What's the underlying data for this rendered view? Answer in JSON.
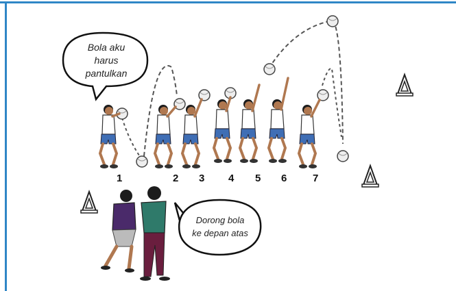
{
  "colors": {
    "frame": "#2f86c6",
    "shirt": "#ffffff",
    "shorts": "#3f6eb5",
    "skin": "#b07850",
    "hair": "#1c1c1c",
    "ball": "#eeeeee",
    "coach_purple": "#4a2a6a",
    "coach_teal": "#2f7a6a",
    "coach_pants": "#6a1e3e"
  },
  "bubbles": {
    "top": "Bola aku harus pantulkan",
    "bottom": "Dorong bola ke depan atas"
  },
  "bubble_lines": {
    "top": [
      "Bola aku",
      "harus",
      "pantulkan"
    ],
    "bottom": [
      "Dorong bola",
      "ke depan atas"
    ]
  },
  "step_labels": [
    "1",
    "2",
    "3",
    "4",
    "5",
    "6",
    "7"
  ],
  "icons": [
    "cone-icon",
    "cone-icon",
    "cone-icon"
  ]
}
